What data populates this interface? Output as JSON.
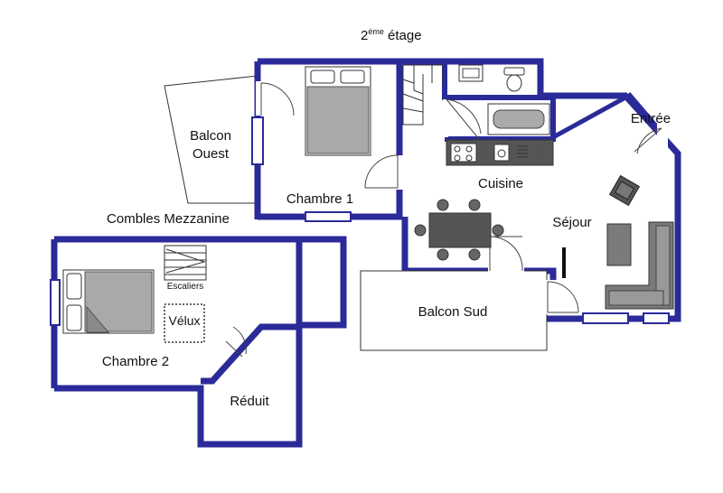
{
  "title_main": "2",
  "title_sup": "éme",
  "title_rest": " étage",
  "rooms": {
    "balcon_ouest_1": "Balcon",
    "balcon_ouest_2": "Ouest",
    "chambre1": "Chambre 1",
    "cuisine": "Cuisine",
    "entree": "Entrée",
    "sejour": "Séjour",
    "balcon_sud": "Balcon Sud",
    "combles": "Combles Mezzanine",
    "escaliers": "Escaliers",
    "velux": "Vélux",
    "chambre2": "Chambre 2",
    "reduit": "Réduit"
  },
  "colors": {
    "wall": "#2a2a99",
    "window": "#2a2a99",
    "furniture": "#a9a9a9",
    "furniture_dark": "#555555"
  }
}
